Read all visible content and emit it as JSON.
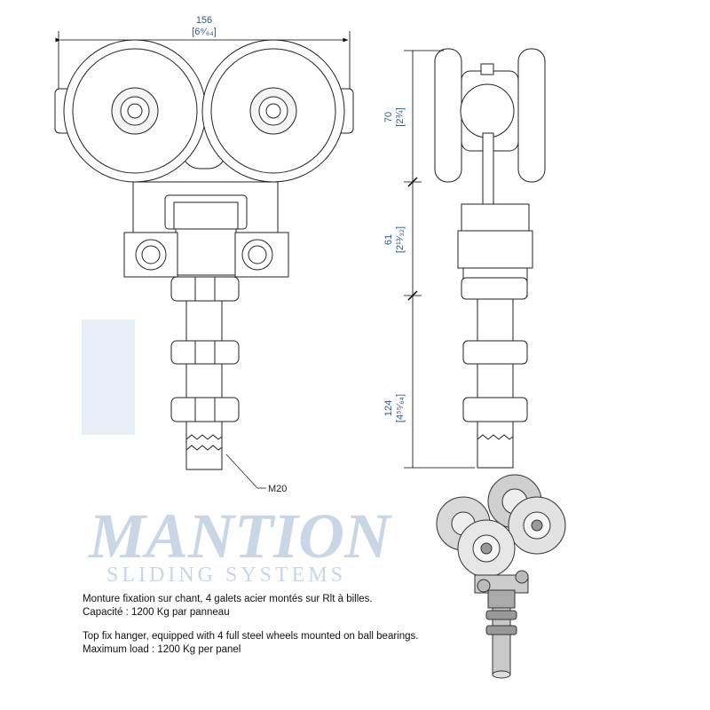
{
  "dimensions": {
    "width_mm": "156",
    "width_in": "[6⁹⁄₆₄]",
    "wheel_height_mm": "70",
    "wheel_height_in": "[2¾]",
    "body_height_mm": "61",
    "body_height_in": "[2¹³⁄₃₂]",
    "rod_length_mm": "124",
    "rod_length_in": "[4⁵⁵⁄₆₄]",
    "thread": "M20"
  },
  "watermark": {
    "brand": "MANTION",
    "tagline": "SLIDING SYSTEMS"
  },
  "description": {
    "fr_line1": "Monture fixation sur chant, 4 galets acier montés sur Rlt à billes.",
    "fr_line2": "Capacité : 1200 Kg par panneau",
    "en_line1": "Top fix hanger, equipped with 4 full steel wheels mounted on ball bearings.",
    "en_line2": "Maximum load : 1200 Kg per panel"
  }
}
